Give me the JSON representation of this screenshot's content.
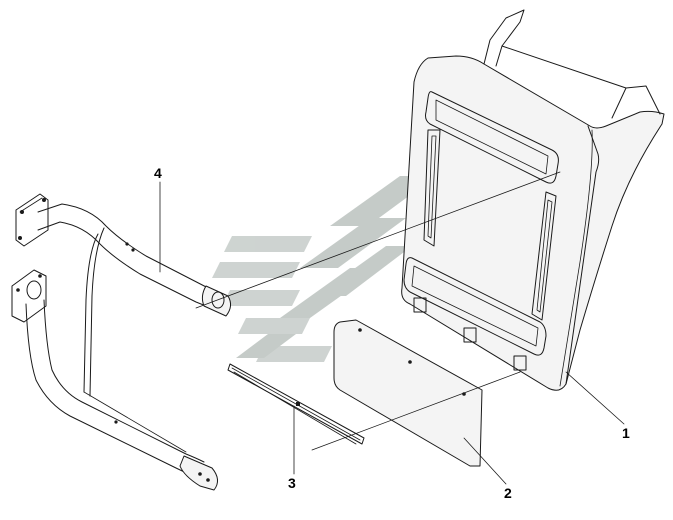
{
  "diagram": {
    "callouts": [
      {
        "id": "1",
        "label": "1"
      },
      {
        "id": "2",
        "label": "2"
      },
      {
        "id": "3",
        "label": "3"
      },
      {
        "id": "4",
        "label": "4"
      }
    ],
    "colors": {
      "line": "#1a1a1a",
      "watermark_light": "#c9cfcc",
      "watermark_dark": "#b0b7b3",
      "background": "#ffffff"
    }
  }
}
